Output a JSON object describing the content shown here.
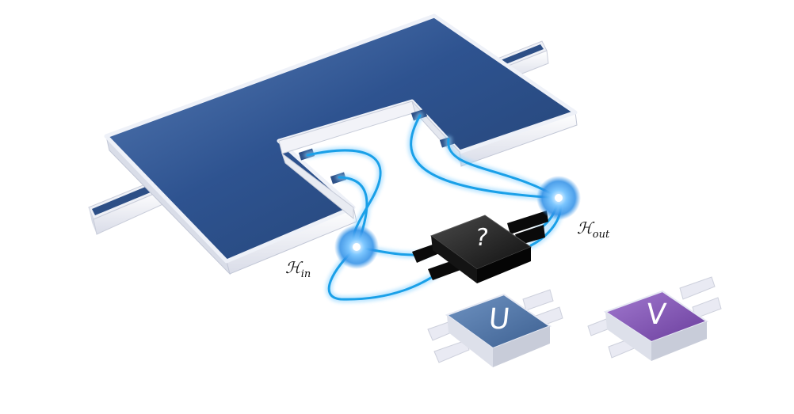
{
  "labels": {
    "h_in": {
      "symbol": "ℋ",
      "subscript": "in"
    },
    "h_out": {
      "symbol": "ℋ",
      "subscript": "out"
    }
  },
  "chips": {
    "unknown": {
      "glyph": "?",
      "color": "#1e1e1e"
    },
    "u": {
      "glyph": "U",
      "color": "#4a6f9e"
    },
    "v": {
      "glyph": "V",
      "color": "#7a47a8"
    }
  },
  "colors": {
    "board_top": "#2d4f86",
    "board_side": "#f1f2f7",
    "wire": "#1aa0e8",
    "node_glow": "#8fd4ff"
  }
}
